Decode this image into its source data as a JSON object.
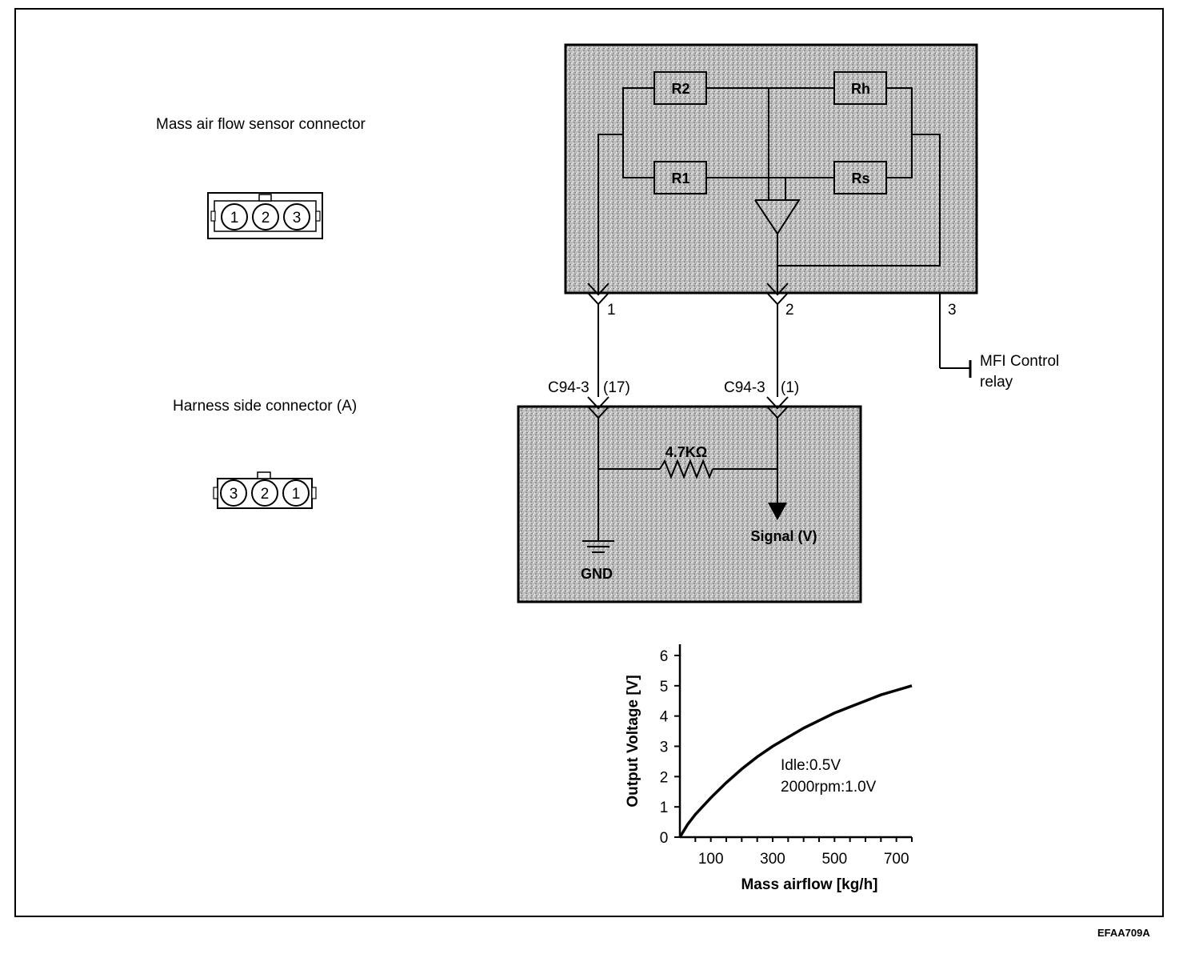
{
  "labels": {
    "maf_connector_title": "Mass air flow sensor connector",
    "harness_connector_title": "Harness side connector (A)",
    "mfi_relay_line1": "MFI Control",
    "mfi_relay_line2": "relay",
    "figure_code": "EFAA709A",
    "gnd": "GND",
    "signal": "Signal (V)",
    "resistor_value": "4.7KΩ",
    "c94_left": "C94-3",
    "c94_left_pin": "(17)",
    "c94_right": "C94-3",
    "c94_right_pin": "(1)"
  },
  "maf_connector_pins": [
    "1",
    "2",
    "3"
  ],
  "harness_connector_pins": [
    "3",
    "2",
    "1"
  ],
  "sensor_terminals": [
    "1",
    "2",
    "3"
  ],
  "sensor_resistors": [
    "R2",
    "Rh",
    "R1",
    "Rs"
  ],
  "colors": {
    "stipple_bg": "#b8b8b8",
    "line": "#000000"
  },
  "chart_data": {
    "type": "line",
    "xlabel": "Mass airflow [kg/h]",
    "ylabel": "Output Voltage [V]",
    "xlim": [
      0,
      750
    ],
    "ylim": [
      0,
      6
    ],
    "x_ticks": [
      100,
      300,
      500,
      700
    ],
    "y_ticks": [
      0,
      1,
      2,
      3,
      4,
      5,
      6
    ],
    "series": [
      {
        "x": [
          0,
          25,
          50,
          100,
          150,
          200,
          250,
          300,
          350,
          400,
          450,
          500,
          550,
          600,
          650,
          700,
          750
        ],
        "values": [
          0,
          0.42,
          0.75,
          1.3,
          1.8,
          2.25,
          2.65,
          3.0,
          3.3,
          3.6,
          3.85,
          4.1,
          4.3,
          4.5,
          4.7,
          4.85,
          5.0
        ]
      }
    ],
    "annotations": [
      "Idle:0.5V",
      "2000rpm:1.0V"
    ],
    "grid": false
  }
}
